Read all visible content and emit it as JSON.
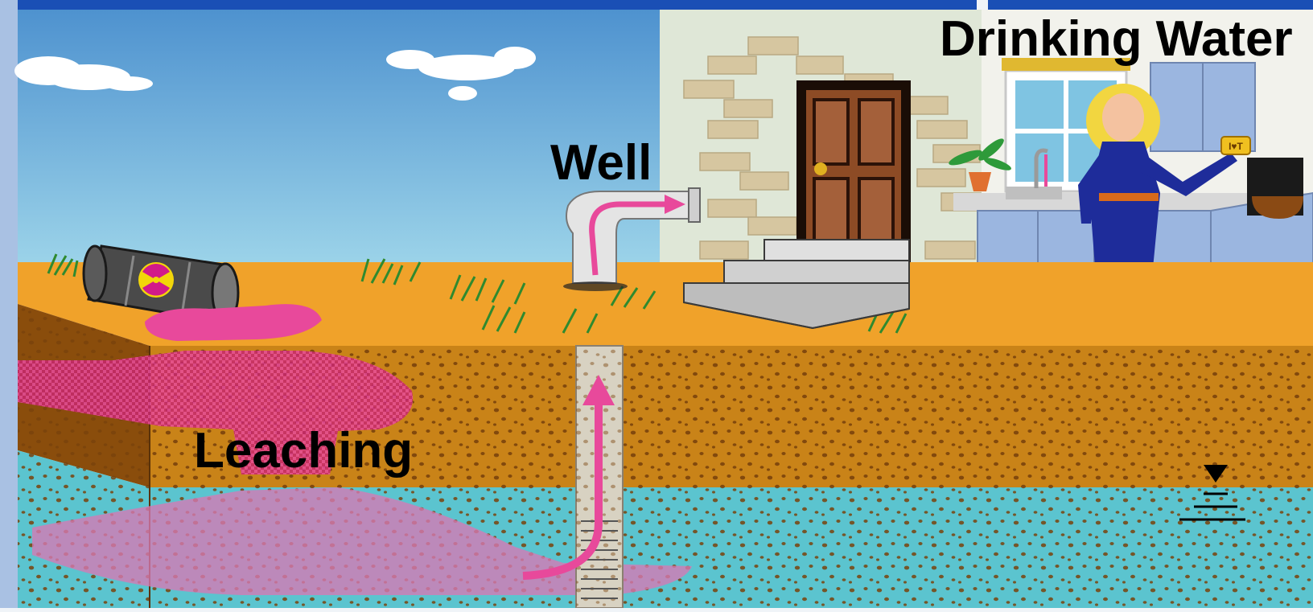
{
  "labels": {
    "well": "Well",
    "drinking_water": "Drinking Water",
    "leaching": "Leaching"
  },
  "barrel_text": "",
  "mug_text": "I♥T",
  "colors": {
    "sky_top": "#4e92cf",
    "sky_bottom": "#9fd6ea",
    "ground_surface": "#f0a22a",
    "soil": "#c98318",
    "soil_dark": "#8a4d0c",
    "groundwater": "#5bc4cf",
    "contaminant": "#e8499b",
    "contaminant_light": "#d779b4",
    "header_bar": "#1a4fb5",
    "house_wall": "#dfe7d7",
    "brick": "#d6c6a0",
    "door": "#8d4b25",
    "person_dress": "#1e2c9a",
    "person_hair": "#f2d640",
    "cabinet": "#9bb6e0"
  }
}
